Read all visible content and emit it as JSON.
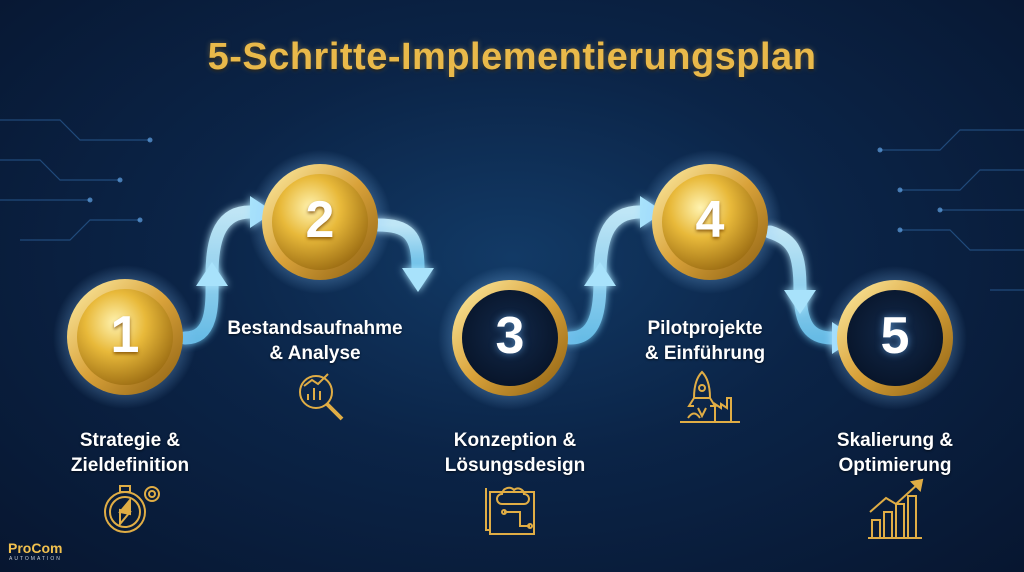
{
  "title": "5-Schritte-Implementierungsplan",
  "colors": {
    "gold": "#e9b94a",
    "arrow": "#8ed6f7",
    "background": "#0b2447",
    "dark_circle": "#0a1a33"
  },
  "steps": [
    {
      "number": "1",
      "style": "gold",
      "label_lines": [
        "Strategie &",
        "Zieldefinition"
      ],
      "icon": "compass-gear-icon"
    },
    {
      "number": "2",
      "style": "gold",
      "label_lines": [
        "Bestandsaufnahme",
        "& Analyse"
      ],
      "icon": "magnifier-chart-icon"
    },
    {
      "number": "3",
      "style": "dark",
      "label_lines": [
        "Konzeption &",
        "Lösungsdesign"
      ],
      "icon": "cloud-blueprint-icon"
    },
    {
      "number": "4",
      "style": "gold",
      "label_lines": [
        "Pilotprojekte",
        "& Einführung"
      ],
      "icon": "rocket-factory-icon"
    },
    {
      "number": "5",
      "style": "dark",
      "label_lines": [
        "Skalierung &",
        "Optimierung"
      ],
      "icon": "growth-chart-icon"
    }
  ],
  "brand": {
    "name": "ProCom",
    "tagline": "AUTOMATION"
  }
}
